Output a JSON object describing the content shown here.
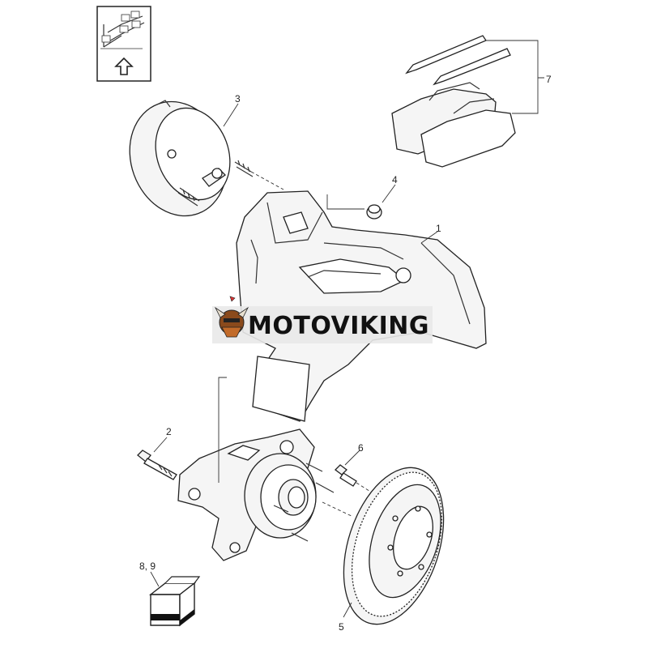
{
  "watermark": {
    "text": "MOTOVIKING"
  },
  "callouts": {
    "c1": "1",
    "c2": "2",
    "c3": "3",
    "c4": "4",
    "c5": "5",
    "c6": "6",
    "c7": "7",
    "c89": "8, 9"
  },
  "icons": [
    "orientation-arrow-icon",
    "package-box-icon",
    "viking-logo-icon"
  ]
}
